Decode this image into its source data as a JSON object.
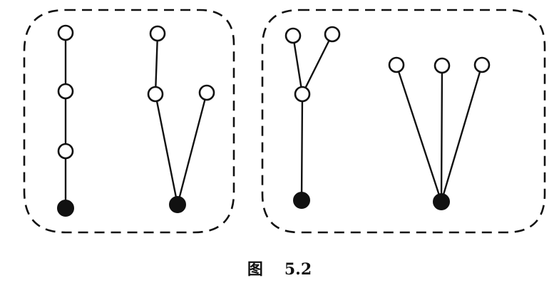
{
  "caption": {
    "prefix": "图",
    "number": "5.2"
  },
  "groups": [
    {
      "trees": [
        {
          "shape": "path",
          "root": "filled",
          "non_root_vertices": 3,
          "edges": [
            [
              "r",
              "a"
            ],
            [
              "a",
              "b"
            ],
            [
              "b",
              "c"
            ]
          ]
        },
        {
          "shape": "fork-then-branch",
          "root": "filled",
          "non_root_vertices": 3,
          "edges": [
            [
              "r",
              "a"
            ],
            [
              "a",
              "b"
            ],
            [
              "r",
              "c"
            ]
          ]
        }
      ]
    },
    {
      "trees": [
        {
          "shape": "stem-with-two-leaves",
          "root": "filled",
          "non_root_vertices": 3,
          "edges": [
            [
              "r",
              "a"
            ],
            [
              "a",
              "b"
            ],
            [
              "a",
              "c"
            ]
          ]
        },
        {
          "shape": "star",
          "root": "filled",
          "non_root_vertices": 3,
          "edges": [
            [
              "r",
              "a"
            ],
            [
              "r",
              "b"
            ],
            [
              "r",
              "c"
            ]
          ]
        }
      ]
    }
  ],
  "colors": {
    "ink": "#111111",
    "background": "#ffffff"
  }
}
